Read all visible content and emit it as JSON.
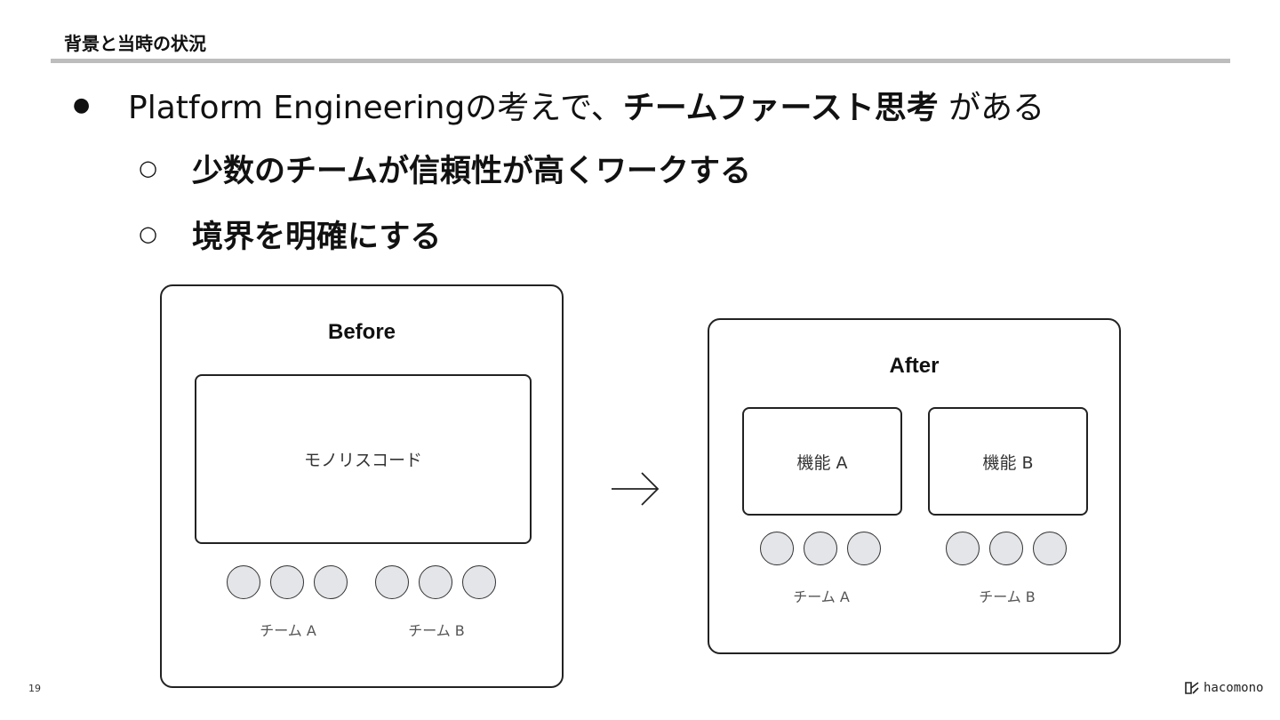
{
  "header": {
    "title": "背景と当時の状況"
  },
  "bullets": {
    "main": {
      "marker": "●",
      "plain_prefix": "Platform Engineeringの考えで、",
      "strong": "チームファースト思考",
      "plain_suffix": " がある"
    },
    "sub1": {
      "marker": "○",
      "text": "少数のチームが信頼性が高くワークする"
    },
    "sub2": {
      "marker": "○",
      "text": "境界を明確にする"
    }
  },
  "diagram": {
    "before": {
      "title": "Before",
      "code_box": "モノリスコード",
      "team_a": "チーム A",
      "team_b": "チーム B"
    },
    "arrow": "→",
    "after": {
      "title": "After",
      "feature_a": "機能 A",
      "feature_b": "機能 B",
      "team_a": "チーム A",
      "team_b": "チーム B"
    },
    "colors": {
      "member_fill": "#e3e5e8",
      "stroke": "#222222"
    }
  },
  "footer": {
    "page_number": "19",
    "logo": "hacomono",
    "logo_icon": "hacomono-mark-icon"
  }
}
